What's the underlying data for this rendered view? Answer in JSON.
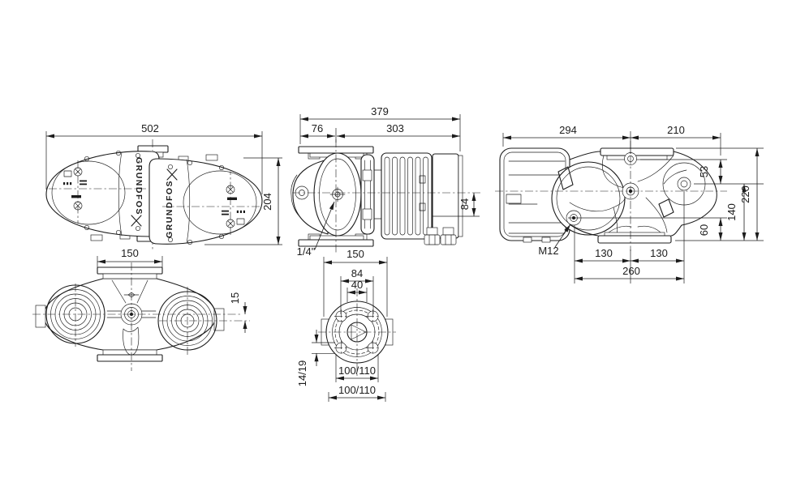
{
  "meta": {
    "background_color": "#ffffff",
    "line_color": "#1c1c1c",
    "drawing_type": "pump dimensional drawing"
  },
  "brand": {
    "wordmark": "GRUNDFOS"
  },
  "views": {
    "top_view_twin": {
      "name": "twin pump top view",
      "dim_width": "502",
      "dim_height": "204",
      "dim_port_flange": "150"
    },
    "front_view_twin": {
      "name": "twin pump front view",
      "dim_port_offset": "15"
    },
    "side_view": {
      "name": "single pump side view",
      "dim_total_length": "379",
      "dim_flange_to_axis": "76",
      "dim_axis_to_end": "303",
      "dim_box_height": "84",
      "dim_vent_plug": "1/4\"",
      "dim_flange_od": "150"
    },
    "flange_view": {
      "name": "flange end view",
      "dim_hub": "84",
      "dim_bore": "40",
      "dim_bolt_hole": "14/19",
      "dim_bolt_circle_a": "100/110",
      "dim_bolt_circle_b": "100/110"
    },
    "top_view_single": {
      "name": "single pump top view",
      "dim_motor_length": "294",
      "dim_housing_length": "210",
      "dim_bolt_offset": "53",
      "dim_overall_height": "220",
      "dim_bolt_to_base": "140",
      "dim_foot_height": "60",
      "dim_bolt_thread": "M12",
      "dim_port_left": "130",
      "dim_port_right": "130",
      "dim_bolt_span": "260"
    }
  }
}
